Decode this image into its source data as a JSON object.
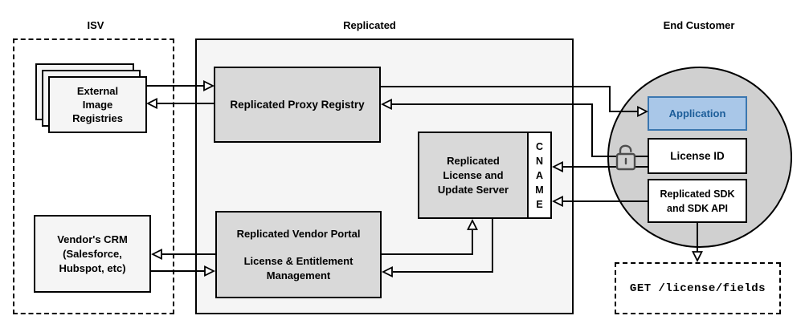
{
  "section_labels": {
    "isv": "ISV",
    "replicated": "Replicated",
    "end_customer": "End Customer"
  },
  "isv": {
    "external_image_registries": {
      "lines": [
        "External",
        "Image",
        "Registries"
      ]
    },
    "vendor_crm": {
      "lines": [
        "Vendor's CRM",
        "(Salesforce,",
        "Hubspot, etc)"
      ]
    }
  },
  "replicated": {
    "proxy_registry": {
      "label": "Replicated Proxy Registry"
    },
    "license_update_server": {
      "lines": [
        "Replicated",
        "License and",
        "Update Server"
      ]
    },
    "cname": {
      "letters": [
        "C",
        "N",
        "A",
        "M",
        "E"
      ]
    },
    "vendor_portal": {
      "title": "Replicated Vendor Portal",
      "lines": [
        "License & Entitlement",
        "Management"
      ]
    }
  },
  "end_customer": {
    "application": {
      "label": "Application"
    },
    "license_id": {
      "label": "License ID"
    },
    "replicated_sdk": {
      "lines": [
        "Replicated SDK",
        "and SDK API"
      ]
    },
    "api_request": {
      "label": "GET /license/fields"
    }
  },
  "icons": {
    "lock": "unlocked-padlock"
  },
  "colors": {
    "application_fill": "#a9c7e8",
    "application_border": "#3b77b0",
    "application_text": "#1c5d99",
    "node_gray_fill": "#d9d9d9",
    "container_fill": "#f5f5f5",
    "circle_fill": "#d0d0d0",
    "line": "#000000",
    "lock_stroke": "#4d4d4d"
  }
}
